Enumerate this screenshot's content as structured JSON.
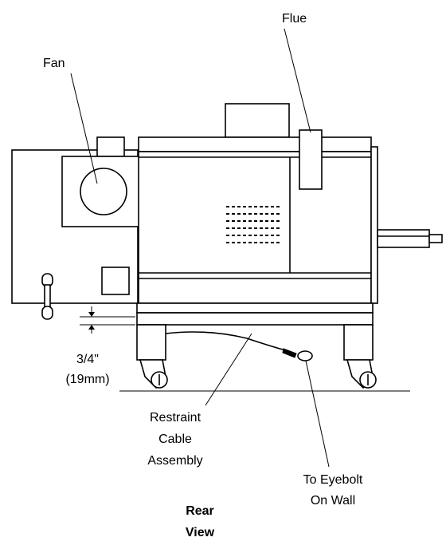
{
  "labels": {
    "flue": "Flue",
    "fan": "Fan",
    "clearance_inch": "3/4\"",
    "clearance_mm": "(19mm)",
    "restraint_line1": "Restraint",
    "restraint_line2": "Cable",
    "restraint_line3": "Assembly",
    "eyebolt_line1": "To Eyebolt",
    "eyebolt_line2": "On Wall",
    "view_line1": "Rear",
    "view_line2": "View"
  }
}
